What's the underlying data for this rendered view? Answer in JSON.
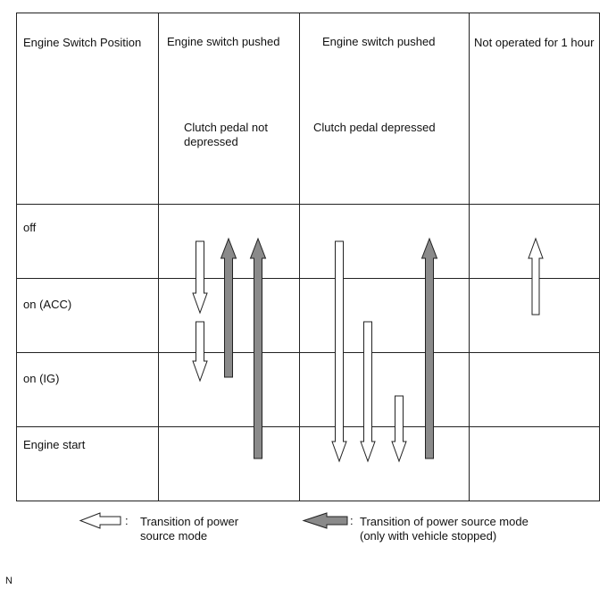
{
  "header": {
    "col1": "Engine Switch Position",
    "col2": "Engine switch pushed",
    "col3": "Engine switch pushed",
    "col4": "Not operated for 1 hour",
    "col2_sub": "Clutch pedal not depressed",
    "col3_sub": "Clutch pedal depressed"
  },
  "rows": [
    "off",
    "on (ACC)",
    "on (IG)",
    "Engine start"
  ],
  "legend": {
    "white_sep": ":",
    "white_text": "Transition of power source mode",
    "gray_sep": ":",
    "gray_text": "Transition of power source mode (only with vehicle stopped)"
  },
  "footer_mark": "N",
  "colors": {
    "white_arrow_fill": "#ffffff",
    "gray_arrow_fill": "#8a8a8a",
    "line": "#222222"
  }
}
